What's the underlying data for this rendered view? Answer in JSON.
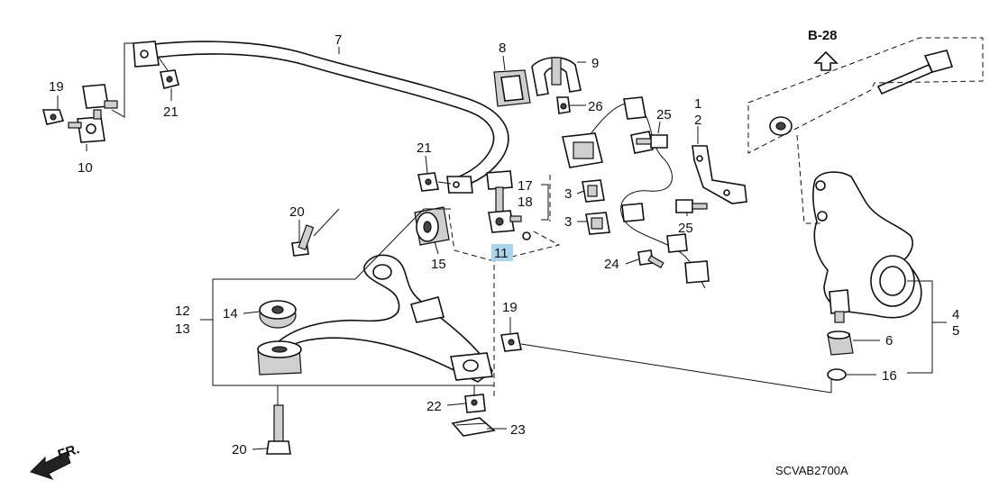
{
  "diagram": {
    "ref_page": "B-28",
    "direction": "FR.",
    "code": "SCVAB2700A",
    "callouts": [
      {
        "id": "c7",
        "text": "7"
      },
      {
        "id": "c19a",
        "text": "19"
      },
      {
        "id": "c21a",
        "text": "21"
      },
      {
        "id": "c10",
        "text": "10"
      },
      {
        "id": "c8",
        "text": "8"
      },
      {
        "id": "c9",
        "text": "9"
      },
      {
        "id": "c26",
        "text": "26"
      },
      {
        "id": "c1",
        "text": "1"
      },
      {
        "id": "c2",
        "text": "2"
      },
      {
        "id": "c25a",
        "text": "25"
      },
      {
        "id": "c25b",
        "text": "25"
      },
      {
        "id": "c21b",
        "text": "21"
      },
      {
        "id": "c17",
        "text": "17"
      },
      {
        "id": "c18",
        "text": "18"
      },
      {
        "id": "c3a",
        "text": "3"
      },
      {
        "id": "c3b",
        "text": "3"
      },
      {
        "id": "c11",
        "text": "11"
      },
      {
        "id": "c20a",
        "text": "20"
      },
      {
        "id": "c15",
        "text": "15"
      },
      {
        "id": "c24",
        "text": "24"
      },
      {
        "id": "c12",
        "text": "12"
      },
      {
        "id": "c13",
        "text": "13"
      },
      {
        "id": "c14",
        "text": "14"
      },
      {
        "id": "c19b",
        "text": "19"
      },
      {
        "id": "c4",
        "text": "4"
      },
      {
        "id": "c5",
        "text": "5"
      },
      {
        "id": "c6",
        "text": "6"
      },
      {
        "id": "c16",
        "text": "16"
      },
      {
        "id": "c22",
        "text": "22"
      },
      {
        "id": "c23",
        "text": "23"
      },
      {
        "id": "c20b",
        "text": "20"
      }
    ]
  }
}
